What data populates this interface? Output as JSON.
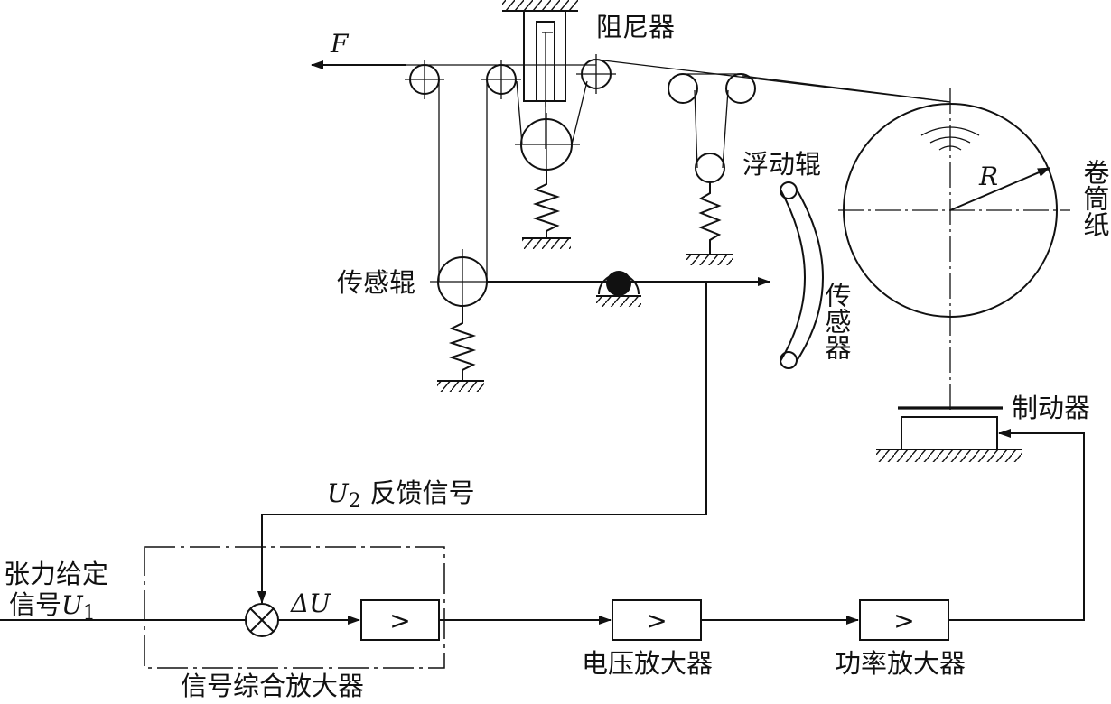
{
  "labels": {
    "force": "F",
    "damper": "阻尼器",
    "floating_roller": "浮动辊",
    "reel_paper": "卷筒纸",
    "radius": "R",
    "sensor_roller": "传感辊",
    "sensor": "传感器",
    "brake": "制动器",
    "feedback_symbol": "U",
    "feedback_sub": "2",
    "feedback_text": "反馈信号",
    "setpoint_line1": "张力给定",
    "setpoint_line2": "信号",
    "setpoint_symbol": "U",
    "setpoint_sub": "1",
    "delta_u": "ΔU",
    "amp_symbol": ">",
    "signal_amp": "信号综合放大器",
    "voltage_amp": "电压放大器",
    "power_amp": "功率放大器"
  },
  "colors": {
    "stroke": "#111111",
    "background": "#ffffff"
  }
}
